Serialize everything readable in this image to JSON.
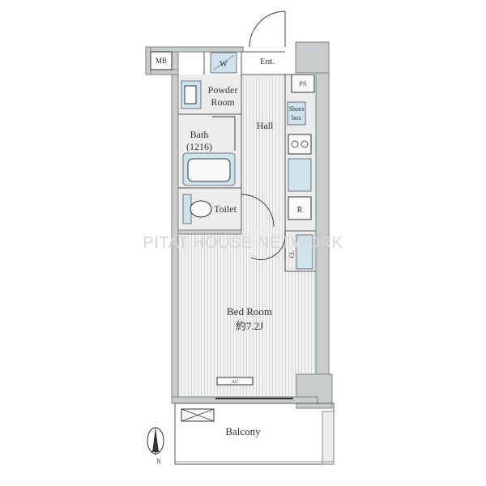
{
  "rooms": {
    "mb": "MB",
    "w": "W",
    "ent": "Ent.",
    "ps": "PS",
    "powder_line1": "Powder",
    "powder_line2": "Room",
    "shoes_line1": "Shoes",
    "shoes_line2": "box",
    "hall": "Hall",
    "bath_line1": "Bath",
    "bath_line2": "(1216)",
    "toilet": "Toilet",
    "refrigerator": "R",
    "closet": "Cl.",
    "bedroom_line1": "Bed Room",
    "bedroom_line2": "約7.2J",
    "ac": "AC",
    "balcony": "Balcony"
  },
  "watermark": "PITAT HOUSE NETWORK",
  "compass": {
    "label": "N",
    "icon": "north-arrow-icon"
  },
  "colors": {
    "wall": "#c9cccd",
    "floor": "#ececec",
    "wet_area": "#cfe3ec",
    "line": "#333333"
  }
}
